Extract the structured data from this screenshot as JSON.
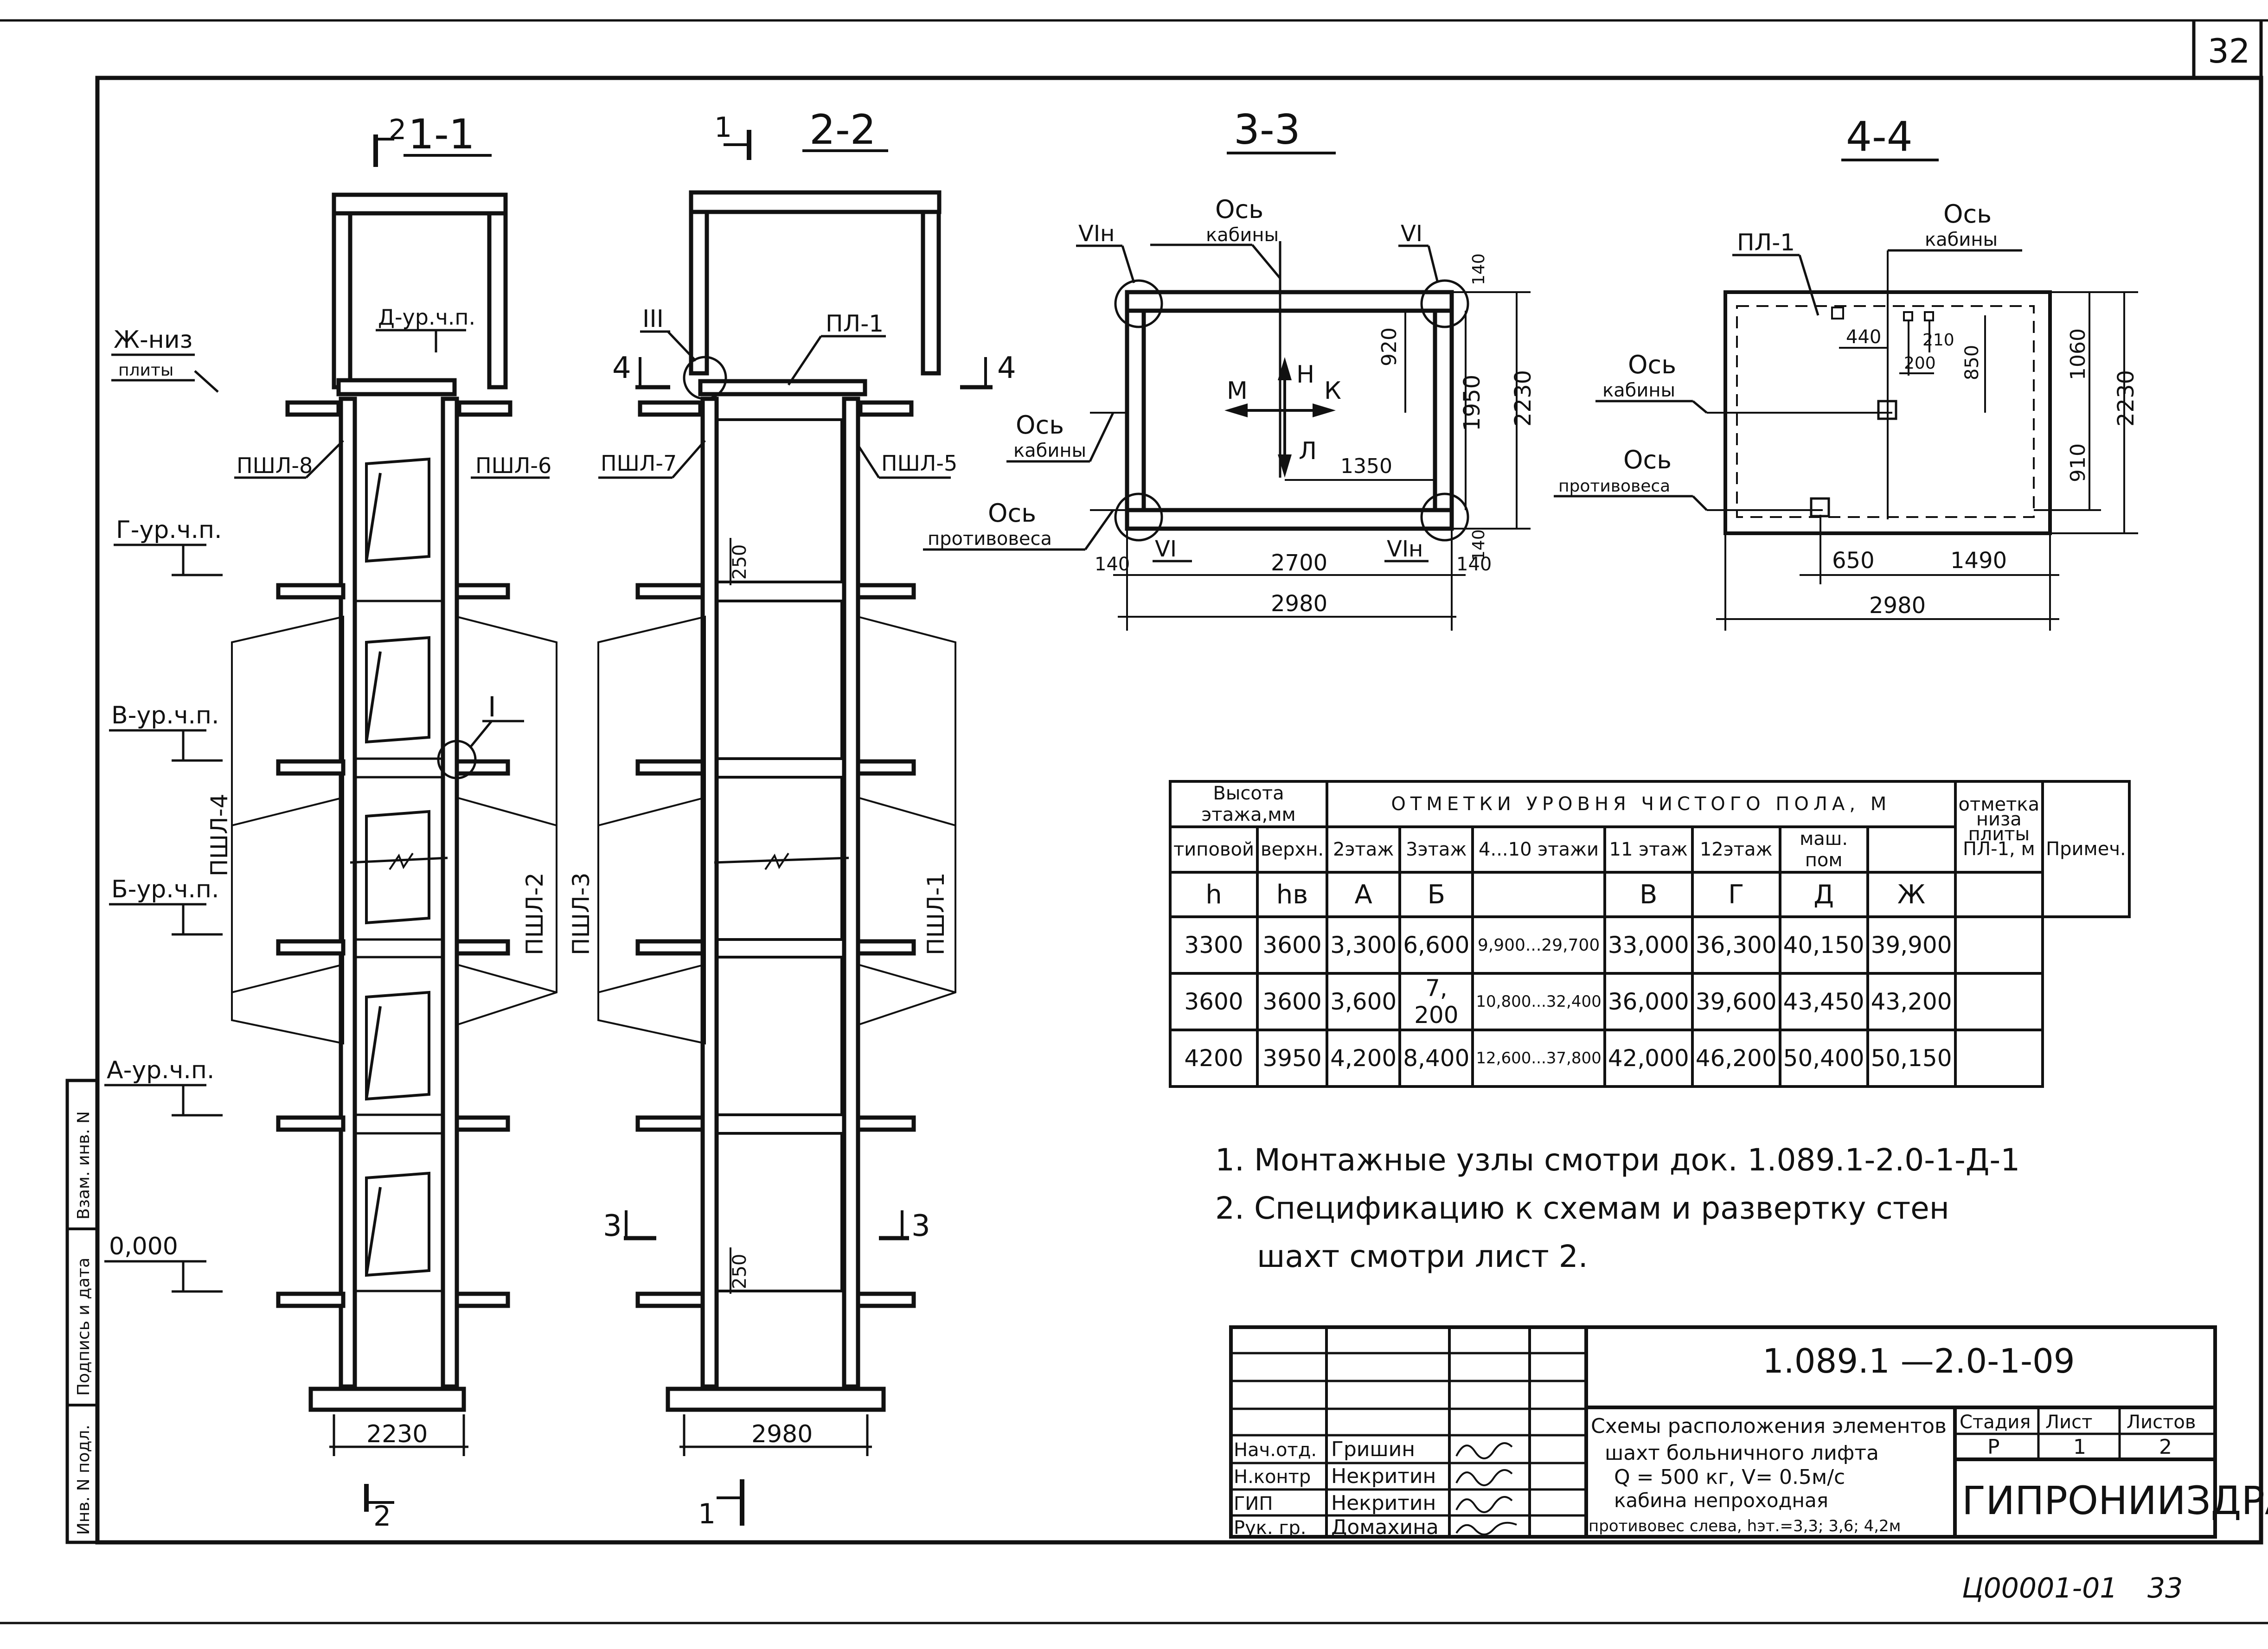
{
  "sheet": {
    "sheet_number": "32",
    "footer_code": "Ц00001-01",
    "footer_page": "33"
  },
  "side_stamp": {
    "inv_original": "Инв. N подл.",
    "signature_date": "Подпись и дата",
    "inv_replace": "Взам. инв. N"
  },
  "section_1_1": {
    "title": "1-1",
    "marks": [
      "2",
      "2"
    ],
    "levels": [
      "Ж-низ",
      "плиты",
      "Д-ур.ч.п.",
      "Г-ур.ч.п.",
      "В-ур.ч.п.",
      "Б-ур.ч.п.",
      "А-ур.ч.п.",
      "0,000"
    ],
    "panels": [
      "ПШЛ-8",
      "ПШЛ-6",
      "ПШЛ-4",
      "ПШЛ-2"
    ],
    "node": "I",
    "width_dim": "2230"
  },
  "section_2_2": {
    "title": "2-2",
    "marks": [
      "1",
      "1"
    ],
    "node": "III",
    "slab": "ПЛ-1",
    "panels": [
      "ПШЛ-7",
      "ПШЛ-5",
      "ПШЛ-3",
      "ПШЛ-1"
    ],
    "dims": [
      "250",
      "250"
    ],
    "cut_marks": [
      "4",
      "4",
      "3",
      "3"
    ],
    "width_dim": "2980"
  },
  "section_3_3": {
    "title": "3-3",
    "axis_cabin_top": [
      "Ось",
      "кабины"
    ],
    "axis_cabin_left": [
      "Ось",
      "кабины"
    ],
    "axis_counterweight": [
      "Ось",
      "противовеса"
    ],
    "nodes": [
      "VIн",
      "VI",
      "VI",
      "VIн"
    ],
    "directions": [
      "М",
      "Н",
      "К",
      "Л"
    ],
    "dims": [
      "920",
      "1350",
      "1950",
      "2230",
      "140",
      "140",
      "140",
      "140",
      "2700",
      "2980"
    ]
  },
  "section_4_4": {
    "title": "4-4",
    "slab": "ПЛ-1",
    "axis_cabin_top": [
      "Ось",
      "кабины"
    ],
    "axis_cabin_left": [
      "Ось",
      "кабины"
    ],
    "axis_counterweight": [
      "Ось",
      "противовеса"
    ],
    "dims": [
      "440",
      "210",
      "200",
      "850",
      "1060",
      "910",
      "2230",
      "650",
      "1490",
      "2980"
    ]
  },
  "levels_table": {
    "header_floor_height": "Высота этажа,мм",
    "header_levels": "ОТМЕТКИ УРОВНЯ ЧИСТОГО ПОЛА, М",
    "header_mark": "отметка низа плиты ПЛ-1, м",
    "header_note": "Примеч.",
    "subheaders": [
      "типовой",
      "верхн.",
      "2этаж",
      "3этаж",
      "4...10 этажи",
      "11 этаж",
      "12этаж",
      "маш. пом"
    ],
    "symbols": [
      "h",
      "hв",
      "А",
      "Б",
      "",
      "В",
      "Г",
      "Д",
      "Ж"
    ],
    "rows": [
      [
        "3300",
        "3600",
        "3,300",
        "6,600",
        "9,900...29,700",
        "33,000",
        "36,300",
        "40,150",
        "39,900",
        ""
      ],
      [
        "3600",
        "3600",
        "3,600",
        "7, 200",
        "10,800...32,400",
        "36,000",
        "39,600",
        "43,450",
        "43,200",
        ""
      ],
      [
        "4200",
        "3950",
        "4,200",
        "8,400",
        "12,600...37,800",
        "42,000",
        "46,200",
        "50,400",
        "50,150",
        ""
      ]
    ]
  },
  "notes": [
    "1. Монтажные узлы смотри док. 1.089.1-2.0-1-Д-1",
    "2. Спецификацию к схемам и развертку стен",
    "шахт смотри лист 2."
  ],
  "title_block": {
    "doc_code": "1.089.1 —2.0-1-09",
    "description": [
      "Схемы расположения элементов",
      "шахт больничного лифта",
      "Q = 500 кг,   V= 0.5м/с",
      "кабина непроходная",
      "противовес слева, hэт.=3,3; 3,6; 4,2м"
    ],
    "stage_label": "Стадия",
    "sheet_label": "Лист",
    "sheets_label": "Листов",
    "stage": "Р",
    "sheet": "1",
    "sheets": "2",
    "org": "ГИПРОНИИЗДРАВ",
    "staff": [
      {
        "role": "Нач.отд.",
        "name": "Гришин"
      },
      {
        "role": "Н.контр",
        "name": "Некритин"
      },
      {
        "role": "ГИП",
        "name": "Некритин"
      },
      {
        "role": "Рук. гр.",
        "name": "Домахина"
      }
    ]
  }
}
